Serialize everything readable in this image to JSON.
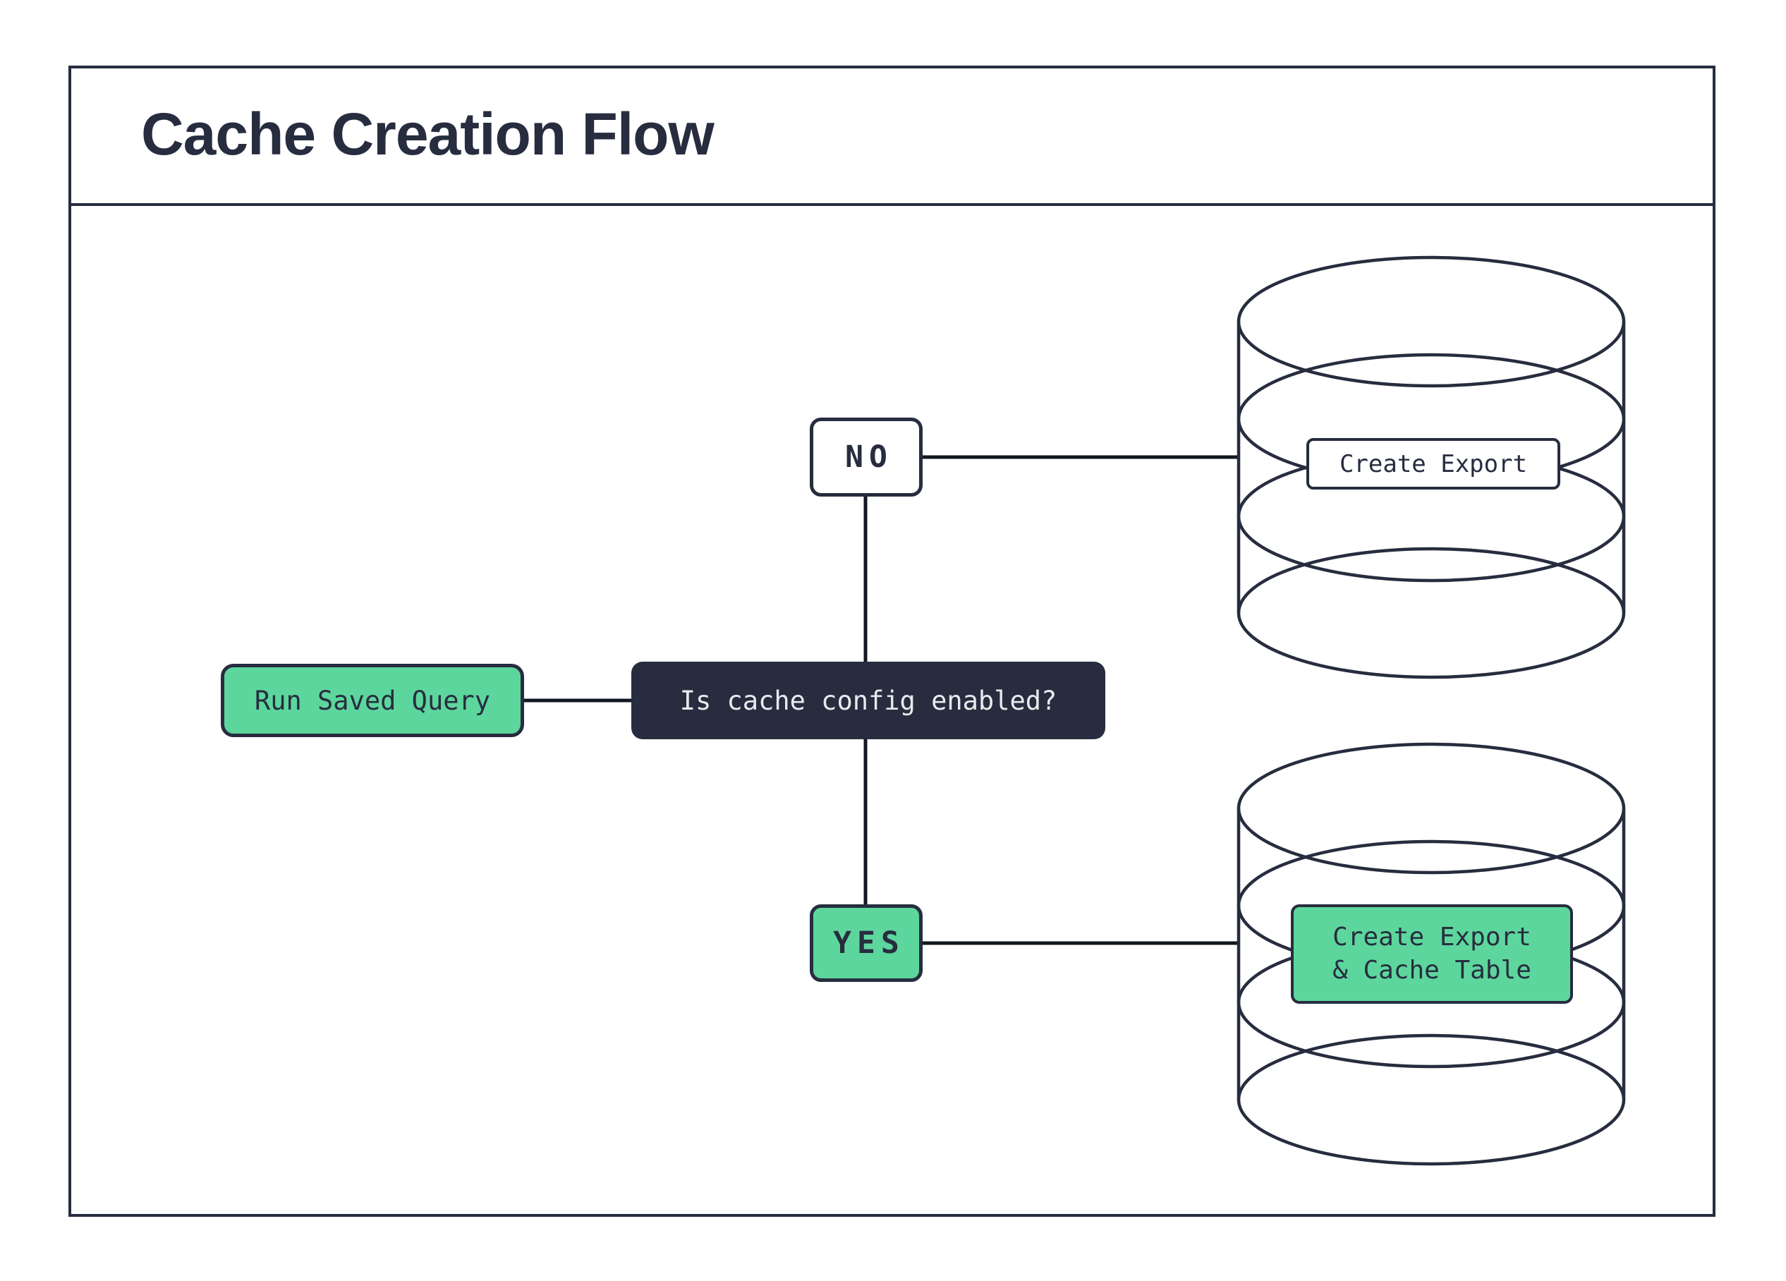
{
  "title": "Cache Creation Flow",
  "flow": {
    "start_node": "Run Saved Query",
    "decision_node": "Is cache config enabled?",
    "no_label": "NO",
    "yes_label": "YES",
    "no_result": "Create Export",
    "yes_result": "Create Export\n& Cache Table"
  },
  "colors": {
    "ink": "#272d3f",
    "green": "#5dd69d",
    "line": "#131722",
    "light": "#e9eaee",
    "bg": "#ffffff"
  }
}
